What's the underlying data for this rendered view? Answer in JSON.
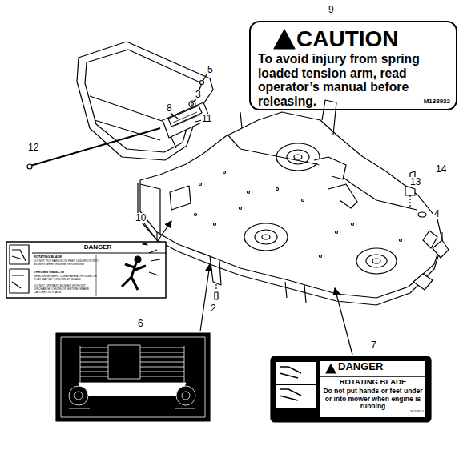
{
  "diagram": {
    "nodes": [
      {
        "text": [
          "CAUTION",
          "To avoid injury from spring loaded tension arm, read operator’s manual before releasing.",
          "M138932"
        ]
      },
      {
        "text": [
          "DANGER",
          "ROTATING BLADE",
          "DO NOT PUT HANDS OR FEET UNDER OR INTO MOWER WHEN ENGINE IS RUNNING",
          "THROWN OBJECTS",
          "REMOVE MOWER, CLEAR AREA OF OBJECTS THAT MAY BE THROWN BY BLADE",
          "DO NOT OPERATE MOWER WITHOUT DISCHARGE CHUTE OR ENTIRE GRASS CATCHER IN PLACE"
        ]
      },
      {
        "text": [
          "DANGER",
          "ROTATING BLADE",
          "Do not put hands or feet under or into mower when engine is running",
          "M118610"
        ]
      }
    ],
    "labels": [
      "9",
      "5",
      "3",
      "8",
      "11",
      "12",
      "14",
      "13",
      "4",
      "10",
      "2",
      "6",
      "7"
    ]
  }
}
